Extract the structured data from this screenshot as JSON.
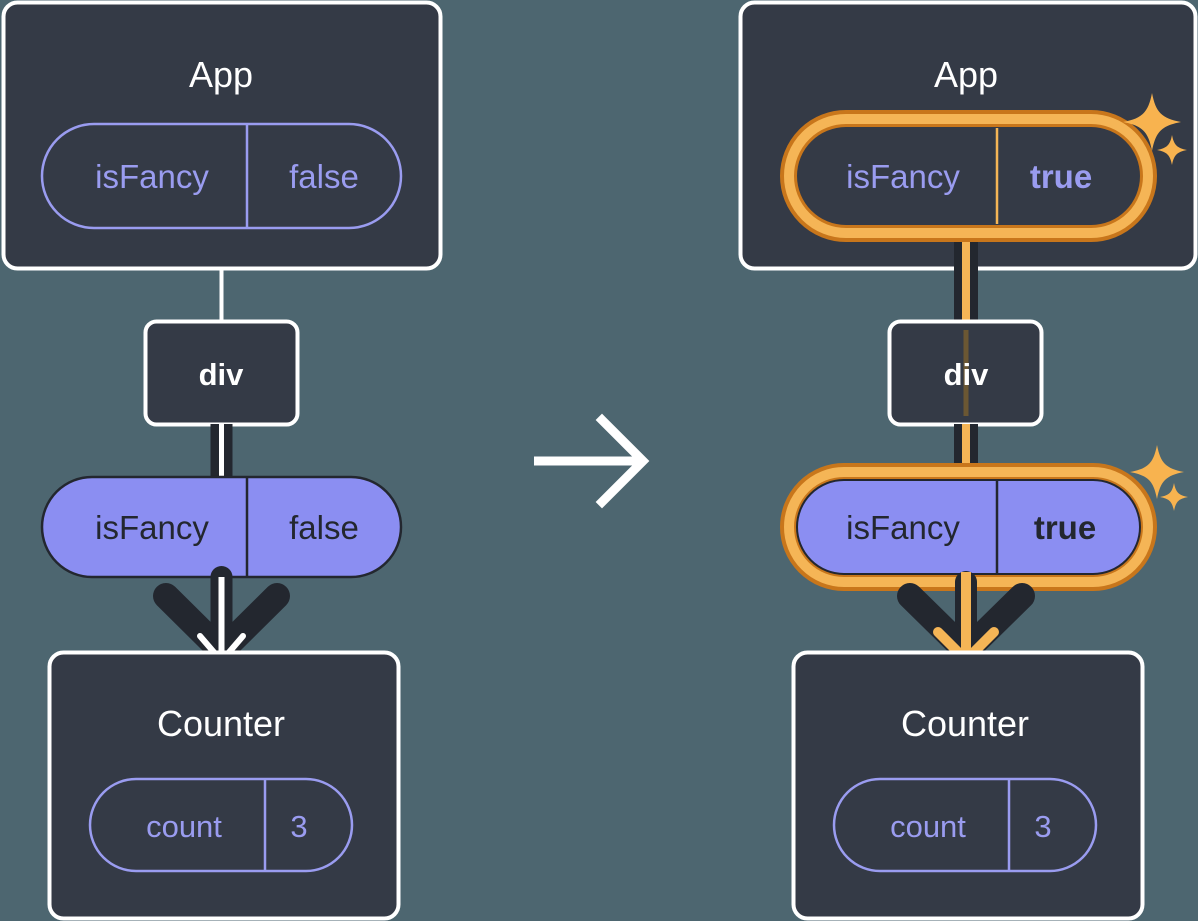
{
  "diagram": {
    "title": "React state update propagation",
    "background_color": "#4d6670",
    "panels": [
      {
        "id": "before",
        "app": {
          "label": "App",
          "state_pill": {
            "name": "isFancy",
            "value": "false",
            "style": "outline",
            "highlighted": false
          }
        },
        "div": {
          "label": "div"
        },
        "prop_pill": {
          "name": "isFancy",
          "value": "false",
          "style": "solid",
          "highlighted": false
        },
        "counter": {
          "label": "Counter",
          "state_pill": {
            "name": "count",
            "value": "3",
            "style": "outline",
            "highlighted": false
          }
        },
        "sparkles": false
      },
      {
        "id": "after",
        "app": {
          "label": "App",
          "state_pill": {
            "name": "isFancy",
            "value": "true",
            "style": "outline",
            "highlighted": true
          }
        },
        "div": {
          "label": "div"
        },
        "prop_pill": {
          "name": "isFancy",
          "value": "true",
          "style": "solid",
          "highlighted": true
        },
        "counter": {
          "label": "Counter",
          "state_pill": {
            "name": "count",
            "value": "3",
            "style": "outline",
            "highlighted": false
          }
        },
        "sparkles": true
      }
    ],
    "transition_arrow": {
      "direction": "right",
      "color": "#ffffff"
    },
    "colors": {
      "background": "#4d6670",
      "box_fill": "#343a46",
      "box_border": "#ffffff",
      "pill_outline_stroke": "#9a9cf0",
      "pill_solid_fill": "#8b8ef2",
      "pill_solid_text": "#23272f",
      "highlight_outer": "#c8761b",
      "highlight_inner": "#f5b556",
      "edge_dark": "#23272f",
      "edge_light": "#ffffff",
      "edge_highlight": "#f5b556",
      "sparkle": "#f8b34f"
    }
  }
}
